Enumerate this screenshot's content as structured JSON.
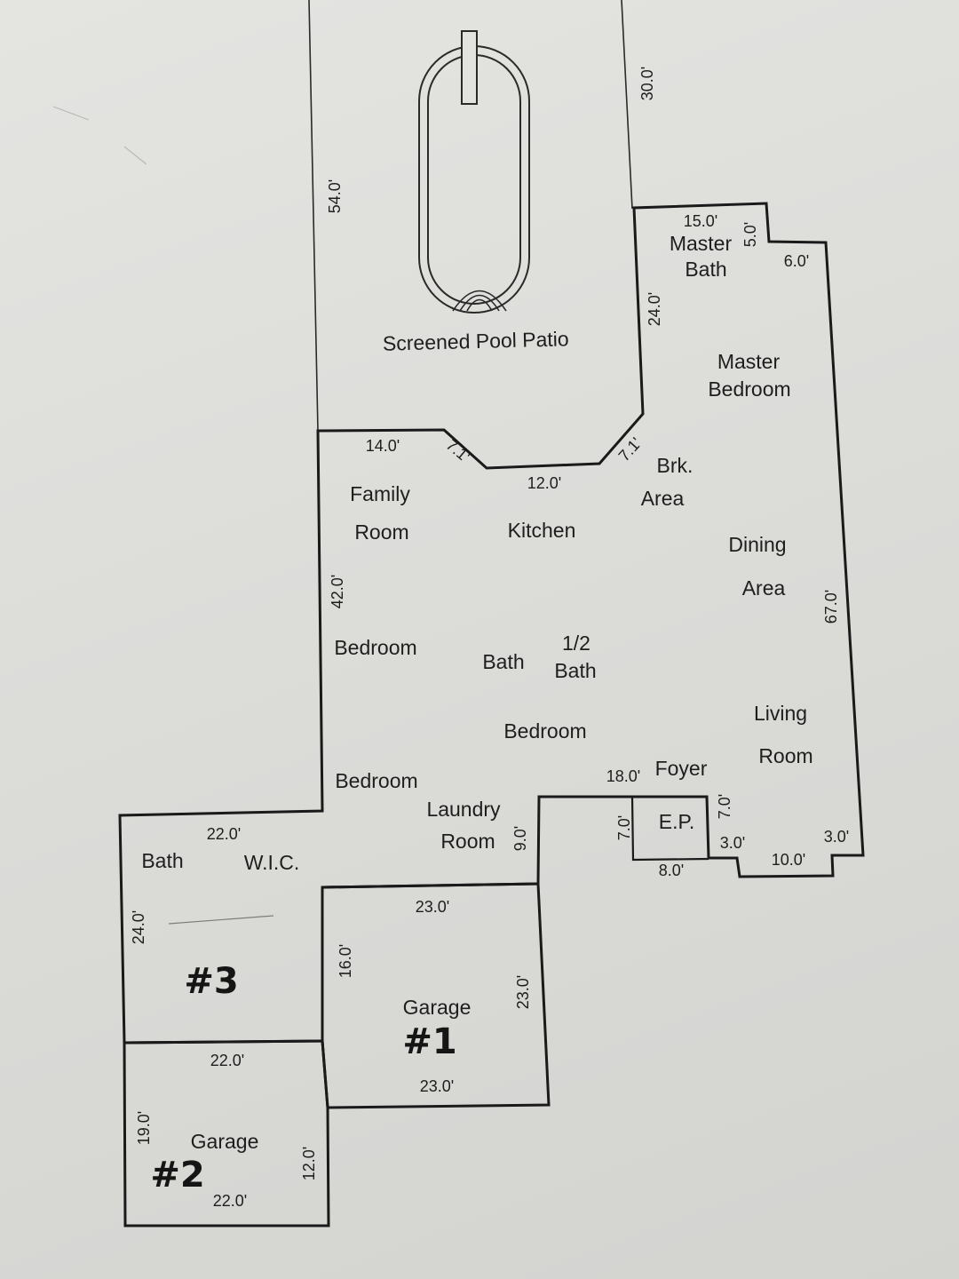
{
  "rooms": {
    "pool_patio": "Screened Pool Patio",
    "master_bath_1": "Master",
    "master_bath_2": "Bath",
    "master_bedroom_1": "Master",
    "master_bedroom_2": "Bedroom",
    "family_room_1": "Family",
    "family_room_2": "Room",
    "kitchen": "Kitchen",
    "brk_area_1": "Brk.",
    "brk_area_2": "Area",
    "dining_area_1": "Dining",
    "dining_area_2": "Area",
    "bedroom_a": "Bedroom",
    "bath_center": "Bath",
    "half_bath_1": "1/2",
    "half_bath_2": "Bath",
    "bedroom_b": "Bedroom",
    "living_room_1": "Living",
    "living_room_2": "Room",
    "foyer": "Foyer",
    "bedroom_c": "Bedroom",
    "laundry_1": "Laundry",
    "laundry_2": "Room",
    "ep": "E.P.",
    "bath_left": "Bath",
    "wic": "W.I.C.",
    "garage1": "Garage",
    "garage2": "Garage"
  },
  "handwritten": {
    "mark_3": "#3",
    "mark_1": "#1",
    "mark_2": "#2"
  },
  "dimensions": {
    "pool_depth": "54.0'",
    "pool_side": "30.0'",
    "master_bath_width": "15.0'",
    "master_bath_step": "5.0'",
    "master_step_width": "6.0'",
    "master_wall": "24.0'",
    "family_top": "14.0'",
    "angle_left": "7.1'",
    "kitchen_top": "12.0'",
    "angle_right": "7.1'",
    "overall_depth": "67.0'",
    "left_wall": "42.0'",
    "foyer_width": "18.0'",
    "laundry_step": "9.0'",
    "ep_left": "7.0'",
    "ep_right": "7.0'",
    "ep_width": "8.0'",
    "ep_step": "3.0'",
    "porch_width": "10.0'",
    "porch_step": "3.0'",
    "wing_top": "22.0'",
    "wing_side": "24.0'",
    "garage1_top": "23.0'",
    "garage1_left": "16.0'",
    "garage1_right": "23.0'",
    "garage1_bottom": "23.0'",
    "garage2_top": "22.0'",
    "garage2_left": "19.0'",
    "garage2_right": "12.0'",
    "garage2_bottom": "22.0'"
  }
}
